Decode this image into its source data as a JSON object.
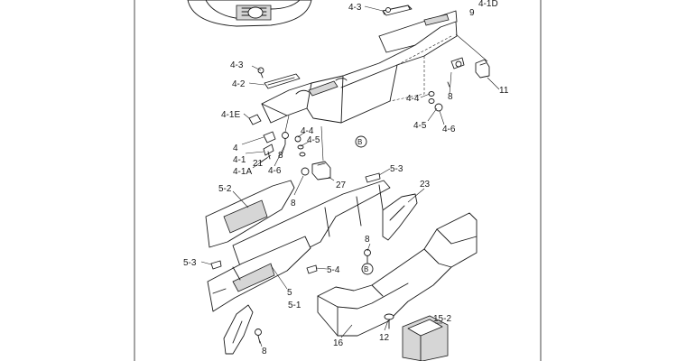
{
  "labels": {
    "l_4_3_top": "4-3",
    "l_4_1d": "4-1D",
    "l_9": "9",
    "l_11": "11",
    "l_4_3": "4-3",
    "l_4_2": "4-2",
    "l_4_1e": "4-1E",
    "l_4": "4",
    "l_4_1": "4-1",
    "l_4_1a": "4-1A",
    "l_21": "21",
    "l_4_4a": "4-4",
    "l_4_5a": "4-5",
    "l_8a": "8",
    "l_4_6a": "4-6",
    "l_27": "27",
    "l_8b": "8",
    "l_4_4b": "4-4",
    "l_4_5b": "4-5",
    "l_4_6b": "4-6",
    "l_8c": "8",
    "l_b1": "B",
    "l_5_3a": "5-3",
    "l_5_2": "5-2",
    "l_23": "23",
    "l_8d": "8",
    "l_5_3b": "5-3",
    "l_b2": "B",
    "l_5_4": "5-4",
    "l_5": "5",
    "l_5_1": "5-1",
    "l_15_2": "15-2",
    "l_16": "16",
    "l_12": "12",
    "l_8e": "8"
  }
}
